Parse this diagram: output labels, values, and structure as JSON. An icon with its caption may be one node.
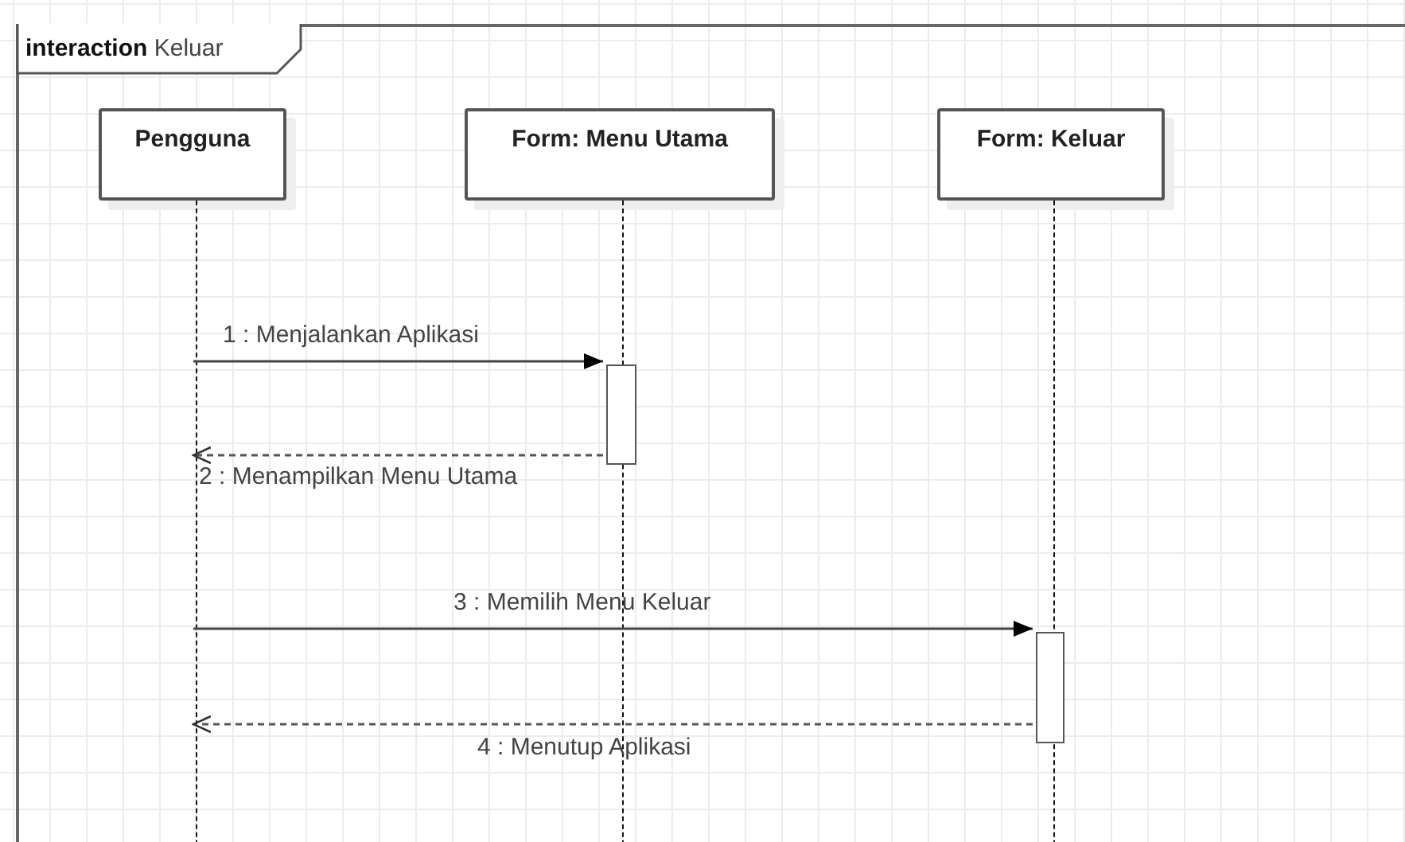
{
  "diagram": {
    "nodes": [
      {
        "text": [
          "**interaction** Keluar"
        ]
      },
      {
        "text": [
          "Pengguna"
        ],
        "in": 0
      },
      {
        "text": [
          "Form: Menu Utama"
        ],
        "in": 0
      },
      {
        "text": [
          "Form: Keluar"
        ],
        "in": 0
      },
      {
        "text": [],
        "shape": "line",
        "in": 0
      },
      {
        "text": [],
        "shape": "line",
        "in": 0
      },
      {
        "text": [],
        "shape": "line",
        "in": 0
      },
      {
        "text": [],
        "shape": "bar",
        "in": 0
      },
      {
        "text": [],
        "shape": "bar",
        "in": 0
      }
    ],
    "edges": [
      {
        "from": 4,
        "to": 7,
        "arrow": "to",
        "label": "1 : Menjalankan Aplikasi"
      },
      {
        "from": 7,
        "to": 4,
        "arrow": "to",
        "label": "2 : Menampilkan Menu Utama",
        "style": "dashed"
      },
      {
        "from": 4,
        "to": 8,
        "arrow": "to",
        "label": "3 : Memilih Menu Keluar"
      },
      {
        "from": 8,
        "to": 4,
        "arrow": "to",
        "label": "4 : Menutup Aplikasi",
        "style": "dashed"
      }
    ]
  }
}
